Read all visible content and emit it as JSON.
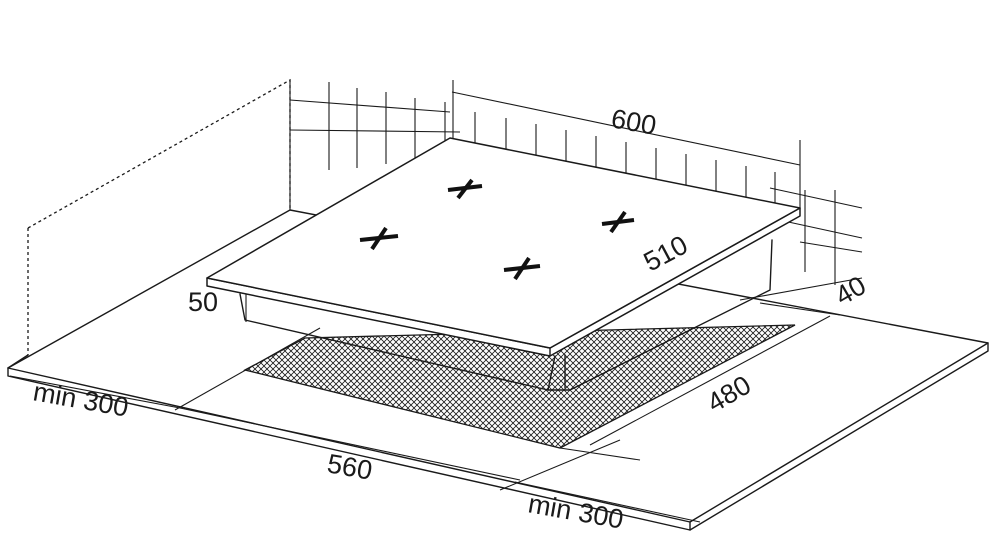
{
  "diagram": {
    "dimensions": {
      "width": "600",
      "depth": "510",
      "height": "50",
      "edge": "40",
      "cutout_width": "560",
      "cutout_depth": "480",
      "clearance_left": "min 300",
      "clearance_front": "min 300"
    },
    "burner_count": 4,
    "colors": {
      "line": "#1a1a1a",
      "background": "#ffffff"
    }
  }
}
